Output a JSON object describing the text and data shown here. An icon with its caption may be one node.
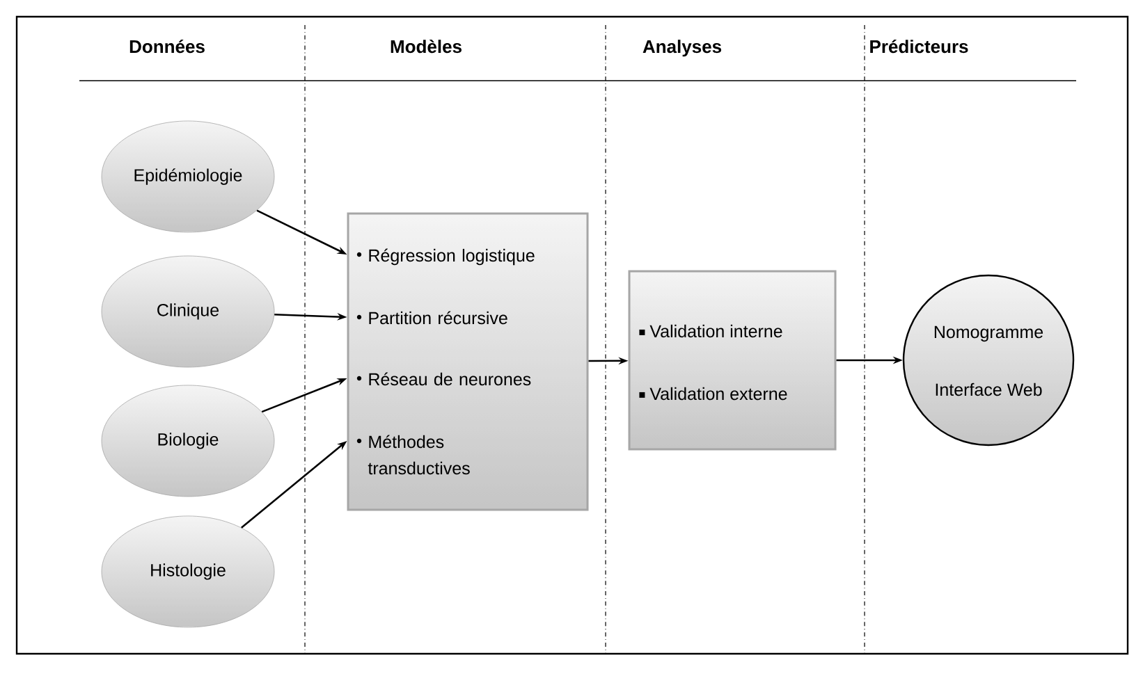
{
  "diagram": {
    "nodes": [
      {
        "text": [
          "Epidémiologie"
        ]
      },
      {
        "text": [
          "Clinique"
        ]
      },
      {
        "text": [
          "Biologie"
        ]
      },
      {
        "text": [
          "Histologie"
        ]
      },
      {
        "text": [
          "Régression logistique",
          "Partition récursive",
          "Réseau de neurones",
          "Méthodes transductives"
        ]
      },
      {
        "text": [
          "Validation interne",
          "Validation externe"
        ]
      },
      {
        "text": [
          "Nomogramme",
          "Interface Web"
        ]
      }
    ],
    "edges": [
      {
        "from": 0,
        "to": 4,
        "arrow": "to"
      },
      {
        "from": 1,
        "to": 4,
        "arrow": "to"
      },
      {
        "from": 2,
        "to": 4,
        "arrow": "to"
      },
      {
        "from": 3,
        "to": 4,
        "arrow": "to"
      },
      {
        "from": 4,
        "to": 5,
        "arrow": "to"
      },
      {
        "from": 5,
        "to": 6,
        "arrow": "to"
      }
    ],
    "labels": [
      "Données",
      "Modèles",
      "Analyses",
      "Prédicteurs"
    ]
  }
}
